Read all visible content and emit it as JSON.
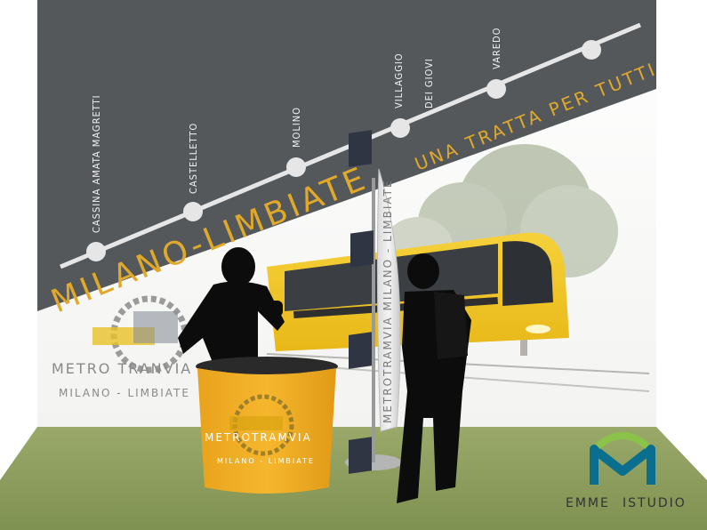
{
  "banner": {
    "title": "MILANO-LIMBIATE",
    "tagline": "UNA TRATTA PER TUTTI",
    "stops": [
      {
        "name": "CASSINA AMATA MAGRETTI"
      },
      {
        "name": "CASTELLETTO"
      },
      {
        "name": "MOLINO"
      },
      {
        "name": "VILLAGGIO",
        "name2": "DEI GIOVI"
      },
      {
        "name": "VAREDO"
      }
    ]
  },
  "wall_logo": {
    "line1": "METRO TRANVIA",
    "line2": "MILANO - LIMBIATE"
  },
  "counter_logo": {
    "line1": "METROTRAMVIA",
    "line2": "MILANO - LIMBIATE"
  },
  "totem": {
    "text": "METROTRAMVIA MILANO - LIMBIATE"
  },
  "brand": {
    "left": "EMME",
    "right": "ISTUDIO"
  },
  "colors": {
    "banner": "#55585b",
    "accent": "#e0a92a",
    "grass": "#8e9e5a",
    "tram": "#f0c419"
  }
}
